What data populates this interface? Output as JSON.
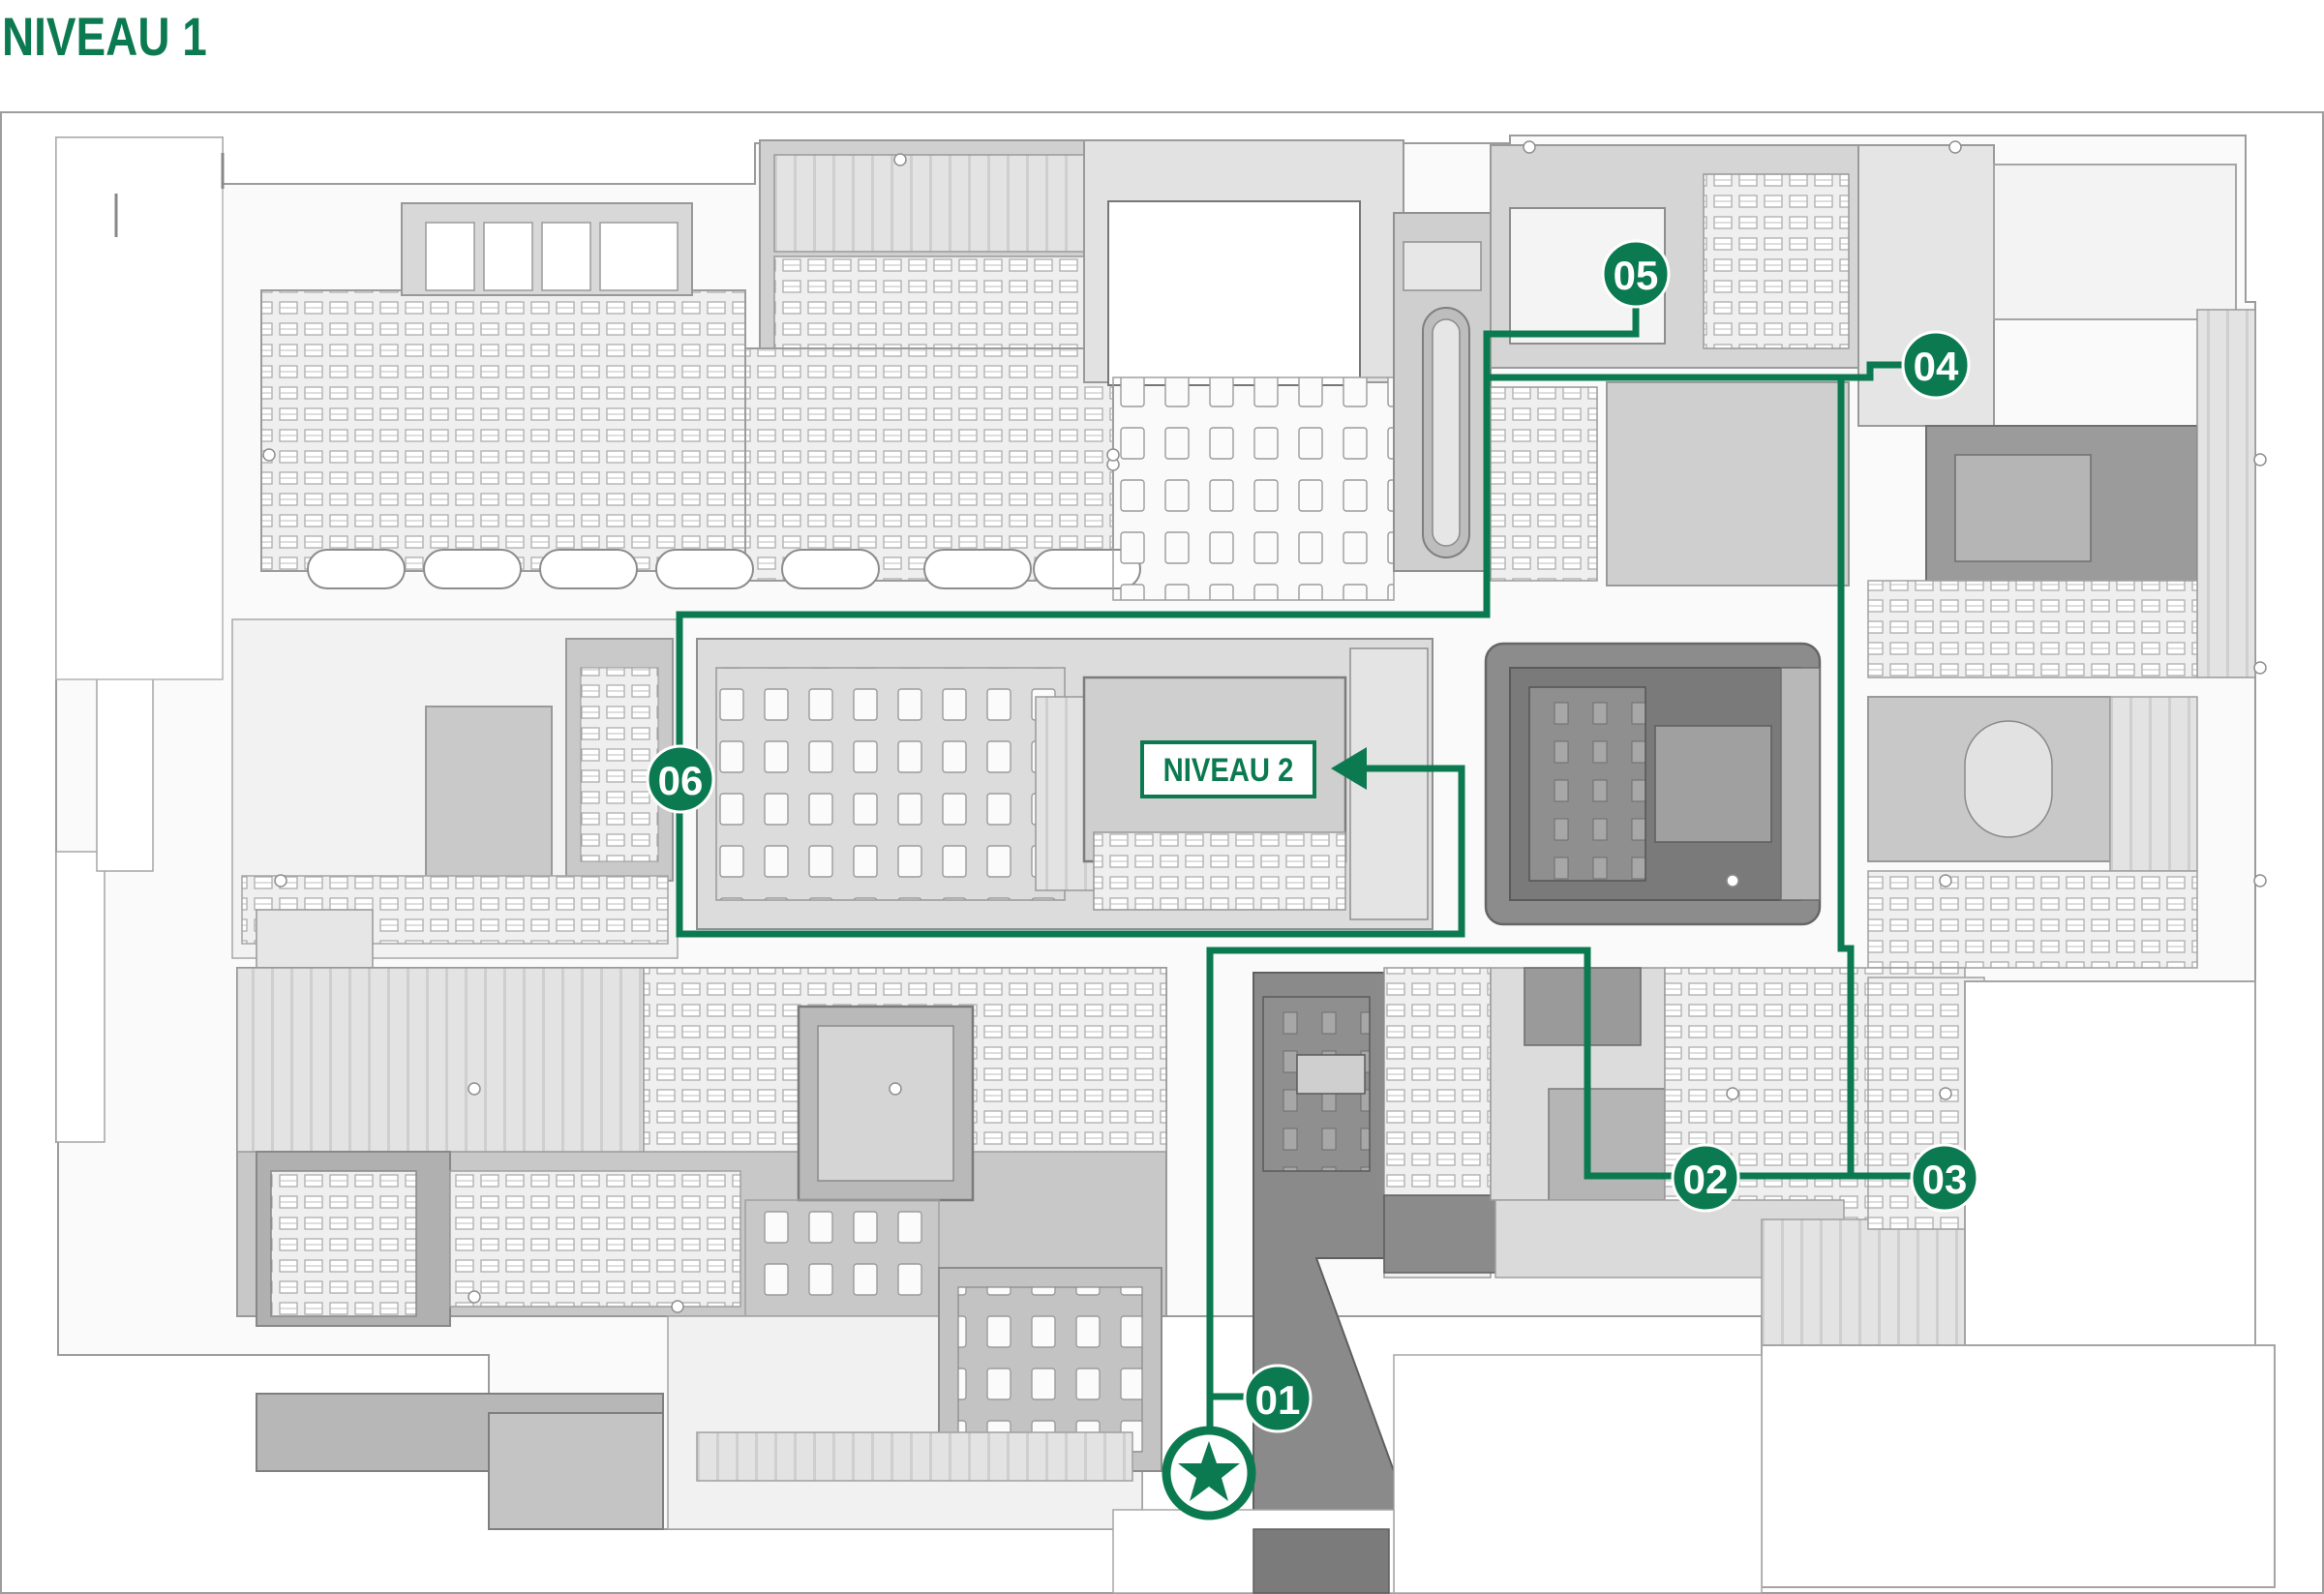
{
  "title": "NIVEAU 1",
  "colors": {
    "brand": "#0c7a50",
    "route": "#0c7a50",
    "floor_light": "#f1f1f1",
    "floor_mid": "#d2d2d2",
    "floor_dark": "#8e8e8e",
    "fixture": "#e6e6e6",
    "outline": "#9a9a9a"
  },
  "level_link": {
    "label": "NIVEAU 2"
  },
  "entrance": {
    "icon": "star-icon"
  },
  "stops": [
    {
      "id": "01",
      "label": "01"
    },
    {
      "id": "02",
      "label": "02"
    },
    {
      "id": "03",
      "label": "03"
    },
    {
      "id": "04",
      "label": "04"
    },
    {
      "id": "05",
      "label": "05"
    },
    {
      "id": "06",
      "label": "06"
    }
  ]
}
